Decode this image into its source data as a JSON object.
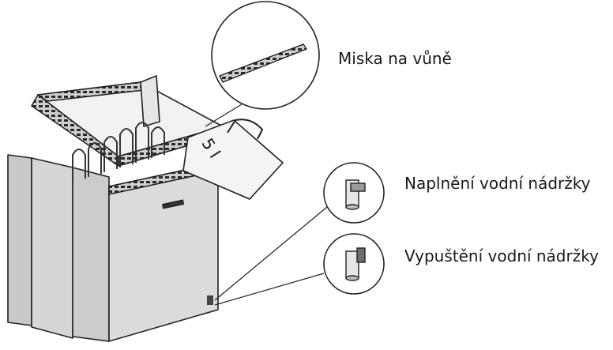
{
  "callouts": {
    "aroma_cup": "Miska na vůně",
    "fill_tank": "Naplnění vodní nádržky",
    "drain_tank": "Vypuštění vodní nádržky"
  },
  "tank_label": "5 l"
}
